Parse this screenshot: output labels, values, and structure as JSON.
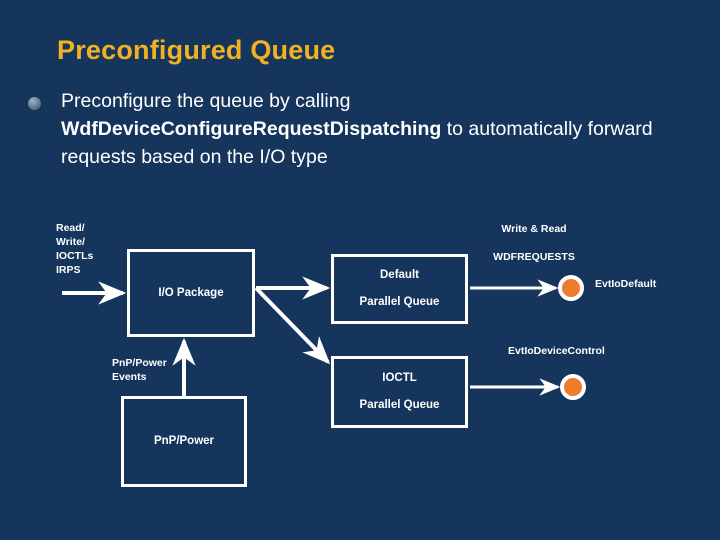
{
  "slide": {
    "title": "Preconfigured Queue",
    "background_color": "#16355c",
    "title_color": "#f0b223",
    "accent_color": "#ee7d2b",
    "stroke_color": "#ffffff"
  },
  "body": {
    "bullet_icon": "sphere-bullet-icon",
    "text_before": "Preconfigure the queue by calling ",
    "api_name": "WdfDeviceConfigureRequestDispatching",
    "text_after": " to automatically forward requests based on the I/O type"
  },
  "diagram": {
    "type": "flow",
    "boxes": [
      {
        "id": "io-package",
        "line1": "I/O Package",
        "line2": ""
      },
      {
        "id": "default",
        "line1": "Default",
        "line2": "Parallel Queue"
      },
      {
        "id": "ioctl",
        "line1": "IOCTL",
        "line2": "Parallel Queue"
      },
      {
        "id": "pnp-power",
        "line1": "PnP/Power",
        "line2": ""
      }
    ],
    "labels": {
      "input_irps": "Read/\nWrite/\nIOCTLs\nIRPS",
      "pnp_events": "PnP/Power\nEvents",
      "wdfrequests": "Write & Read\n\nWDFREQUESTS",
      "evt_io_default": "EvtIoDefault",
      "evt_io_device_control": "EvtIoDeviceControl"
    },
    "endpoints": [
      {
        "id": "evt-io-default",
        "color": "#ee7d2b"
      },
      {
        "id": "evt-io-device-control",
        "color": "#ee7d2b"
      }
    ]
  }
}
